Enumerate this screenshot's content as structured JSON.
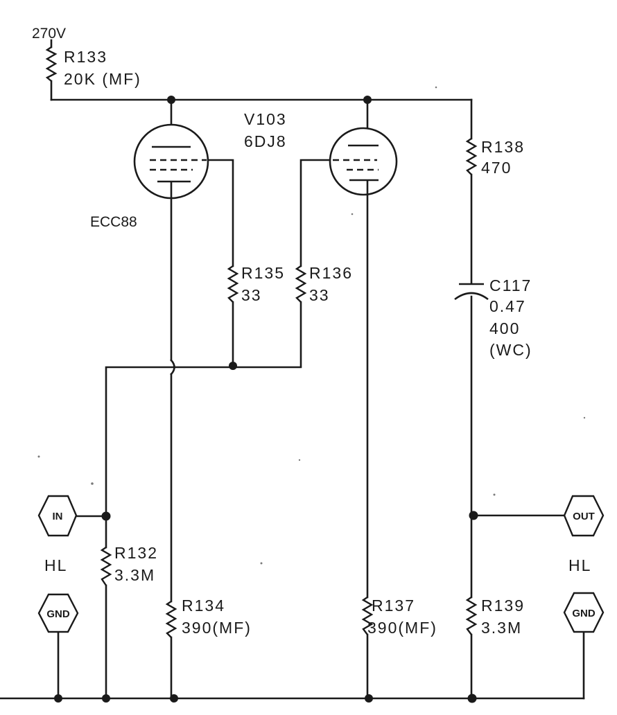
{
  "supply": {
    "voltage": "270V"
  },
  "tube": {
    "ref": "V103",
    "type": "6DJ8",
    "alt_type": "ECC88"
  },
  "resistors": {
    "r133": {
      "ref": "R133",
      "value": "20K (MF)"
    },
    "r135": {
      "ref": "R135",
      "value": "33"
    },
    "r136": {
      "ref": "R136",
      "value": "33"
    },
    "r138": {
      "ref": "R138",
      "value": "470"
    },
    "r132": {
      "ref": "R132",
      "value": "3.3M"
    },
    "r134": {
      "ref": "R134",
      "value": "390(MF)"
    },
    "r137": {
      "ref": "R137",
      "value": "390(MF)"
    },
    "r139": {
      "ref": "R139",
      "value": "3.3M"
    }
  },
  "capacitor": {
    "ref": "C117",
    "value": "0.47",
    "voltage": "400",
    "type": "(WC)"
  },
  "terminals": {
    "in": "IN",
    "out": "OUT",
    "gnd_left": "GND",
    "gnd_right": "GND",
    "hl_left": "HL",
    "hl_right": "HL"
  }
}
